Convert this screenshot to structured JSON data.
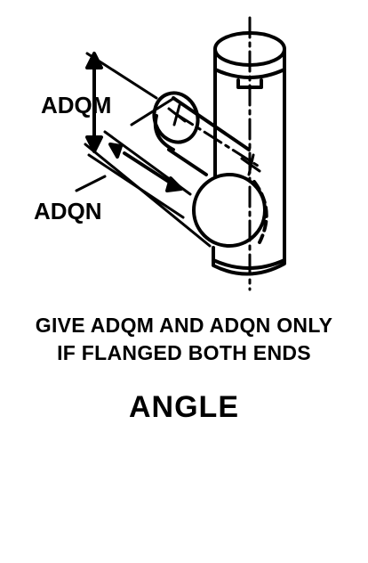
{
  "diagram": {
    "label_top": "ADQM",
    "label_bottom": "ADQN"
  },
  "caption": {
    "line1": "GIVE ADQM AND ADQN ONLY",
    "line2": "IF FLANGED BOTH ENDS"
  },
  "title": "ANGLE",
  "colors": {
    "ink": "#000000",
    "background": "#ffffff"
  }
}
